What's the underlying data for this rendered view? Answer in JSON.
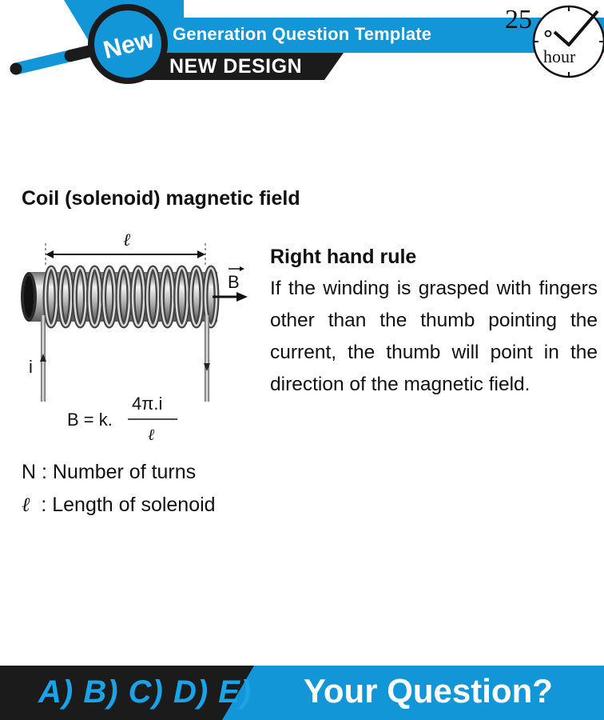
{
  "header": {
    "badge": "New",
    "title": "Generation Question Template",
    "subtitle": "NEW DESIGN",
    "clock_number": "25",
    "clock_label": "hour"
  },
  "content": {
    "section_title": "Coil (solenoid) magnetic field",
    "diagram": {
      "length_symbol": "ℓ",
      "field_label": "B",
      "current_label": "i",
      "formula_lhs": "B = k.",
      "formula_numerator": "4π.i",
      "formula_denominator": "ℓ"
    },
    "rule_title": "Right hand rule",
    "rule_body": "If the winding is grasped with fingers other than the thumb pointing the current, the thumb will point in the direction of the magnetic field.",
    "definitions": [
      {
        "symbol": "N",
        "separator": ":",
        "text": "Number of turns"
      },
      {
        "symbol": "ℓ",
        "separator": ":",
        "text": "Length of solenoid"
      }
    ]
  },
  "footer": {
    "answers": "A) B) C) D) E)",
    "question": "Your Question?"
  },
  "colors": {
    "accent_blue": "#1296d8",
    "dark": "#1b1b1b",
    "answers_blue": "#1aa3e8"
  }
}
